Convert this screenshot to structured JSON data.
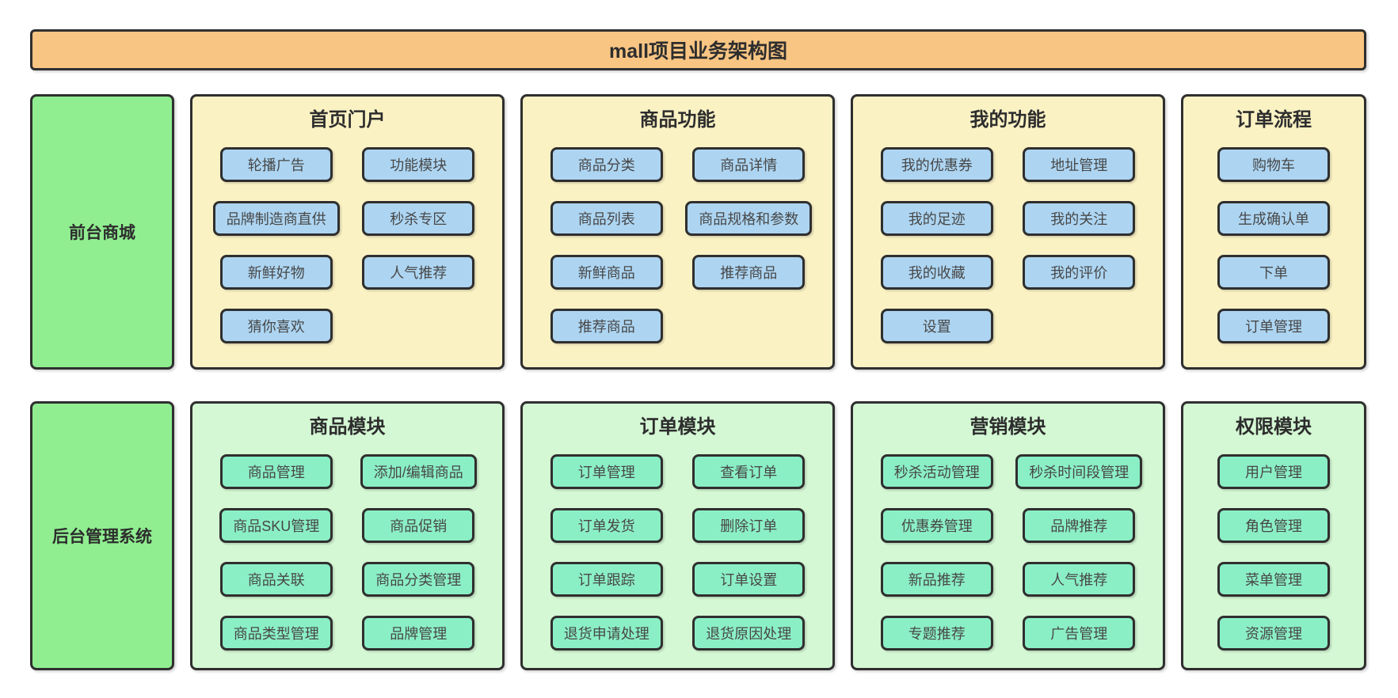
{
  "title": "mall项目业务架构图",
  "colors": {
    "border": "#2f2f2f",
    "title_bg": "#f9c583",
    "sidebar_bg": "#90ee90",
    "front_panel_bg": "#fbf2c4",
    "front_button_bg": "#add5f2",
    "admin_panel_bg": "#d4f7d4",
    "admin_button_bg": "#8befc6"
  },
  "rows": [
    {
      "key": "frontend-mall",
      "sidebar": "前台商城",
      "panels": [
        {
          "key": "home-portal",
          "title": "首页门户",
          "columns": 2,
          "items": [
            "轮播广告",
            "功能模块",
            "品牌制造商直供",
            "秒杀专区",
            "新鲜好物",
            "人气推荐",
            "猜你喜欢"
          ]
        },
        {
          "key": "product-features",
          "title": "商品功能",
          "columns": 2,
          "items": [
            "商品分类",
            "商品详情",
            "商品列表",
            "商品规格和参数",
            "新鲜商品",
            "推荐商品",
            "推荐商品"
          ]
        },
        {
          "key": "my-features",
          "title": "我的功能",
          "columns": 2,
          "items": [
            "我的优惠券",
            "地址管理",
            "我的足迹",
            "我的关注",
            "我的收藏",
            "我的评价",
            "设置"
          ]
        },
        {
          "key": "order-flow",
          "title": "订单流程",
          "columns": 1,
          "items": [
            "购物车",
            "生成确认单",
            "下单",
            "订单管理"
          ]
        }
      ]
    },
    {
      "key": "backend-admin",
      "sidebar": "后台管理系统",
      "panels": [
        {
          "key": "product-module",
          "title": "商品模块",
          "columns": 2,
          "items": [
            "商品管理",
            "添加/编辑商品",
            "商品SKU管理",
            "商品促销",
            "商品关联",
            "商品分类管理",
            "商品类型管理",
            "品牌管理"
          ]
        },
        {
          "key": "order-module",
          "title": "订单模块",
          "columns": 2,
          "items": [
            "订单管理",
            "查看订单",
            "订单发货",
            "删除订单",
            "订单跟踪",
            "订单设置",
            "退货申请处理",
            "退货原因处理"
          ]
        },
        {
          "key": "marketing-module",
          "title": "营销模块",
          "columns": 2,
          "items": [
            "秒杀活动管理",
            "秒杀时间段管理",
            "优惠券管理",
            "品牌推荐",
            "新品推荐",
            "人气推荐",
            "专题推荐",
            "广告管理"
          ]
        },
        {
          "key": "permission-module",
          "title": "权限模块",
          "columns": 1,
          "items": [
            "用户管理",
            "角色管理",
            "菜单管理",
            "资源管理"
          ]
        }
      ]
    }
  ]
}
